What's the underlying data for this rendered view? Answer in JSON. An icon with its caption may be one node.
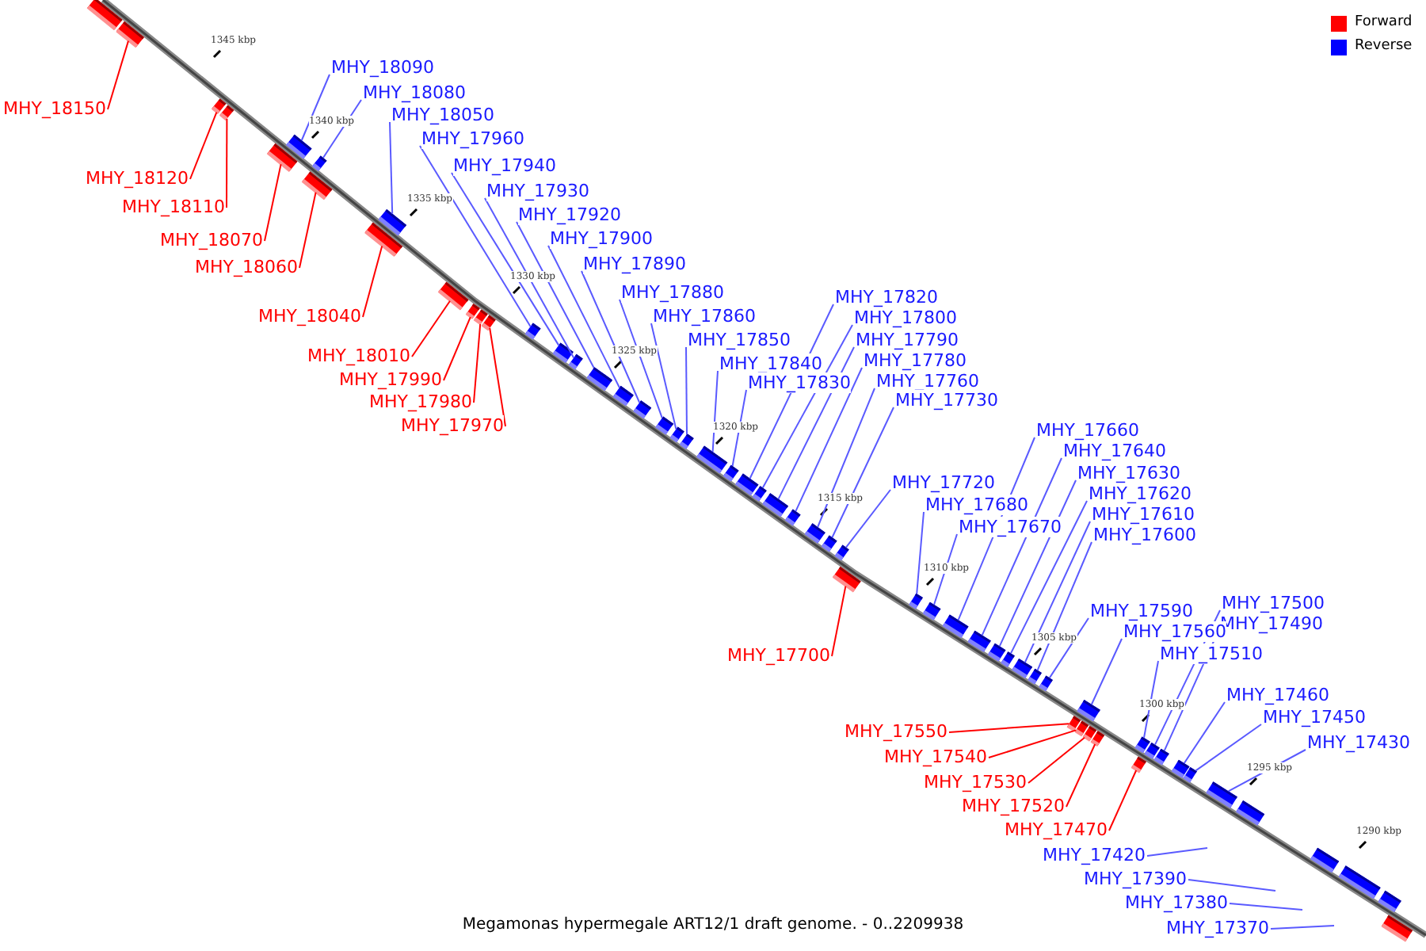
{
  "diagram": {
    "caption": "Megamonas hypermegale ART12/1 draft genome. - 0..2209938",
    "nodes": [
      {
        "text": [
          "MHY_18090"
        ]
      },
      {
        "text": [
          "MHY_18080"
        ]
      },
      {
        "text": [
          "MHY_18150"
        ]
      },
      {
        "text": [
          "MHY_18050"
        ]
      },
      {
        "text": [
          "MHY_17960"
        ]
      },
      {
        "text": [
          "MHY_17940"
        ]
      },
      {
        "text": [
          "MHY_18120"
        ]
      },
      {
        "text": [
          "MHY_17930"
        ]
      },
      {
        "text": [
          "MHY_18110"
        ]
      },
      {
        "text": [
          "MHY_17920"
        ]
      },
      {
        "text": [
          "MHY_17900"
        ]
      },
      {
        "text": [
          "MHY_18070"
        ]
      },
      {
        "text": [
          "MHY_17890"
        ]
      },
      {
        "text": [
          "MHY_18060"
        ]
      },
      {
        "text": [
          "MHY_17880"
        ]
      },
      {
        "text": [
          "MHY_17820"
        ]
      },
      {
        "text": [
          "MHY_18040"
        ]
      },
      {
        "text": [
          "MHY_17860"
        ]
      },
      {
        "text": [
          "MHY_17800"
        ]
      },
      {
        "text": [
          "MHY_17850"
        ]
      },
      {
        "text": [
          "MHY_17790"
        ]
      },
      {
        "text": [
          "MHY_18010"
        ]
      },
      {
        "text": [
          "MHY_17780"
        ]
      },
      {
        "text": [
          "MHY_17840"
        ]
      },
      {
        "text": [
          "MHY_17990"
        ]
      },
      {
        "text": [
          "MHY_17760"
        ]
      },
      {
        "text": [
          "MHY_17830"
        ]
      },
      {
        "text": [
          "MHY_17730"
        ]
      },
      {
        "text": [
          "MHY_17980"
        ]
      },
      {
        "text": [
          "MHY_17970"
        ]
      },
      {
        "text": [
          "MHY_17660"
        ]
      },
      {
        "text": [
          "MHY_17640"
        ]
      },
      {
        "text": [
          "MHY_17630"
        ]
      },
      {
        "text": [
          "MHY_17720"
        ]
      },
      {
        "text": [
          "MHY_17620"
        ]
      },
      {
        "text": [
          "MHY_17680"
        ]
      },
      {
        "text": [
          "MHY_17610"
        ]
      },
      {
        "text": [
          "MHY_17670"
        ]
      },
      {
        "text": [
          "MHY_17600"
        ]
      },
      {
        "text": [
          "MHY_17500"
        ]
      },
      {
        "text": [
          "MHY_17590"
        ]
      },
      {
        "text": [
          "MHY_17490"
        ]
      },
      {
        "text": [
          "MHY_17560"
        ]
      },
      {
        "text": [
          "MHY_17510"
        ]
      },
      {
        "text": [
          "MHY_17700"
        ]
      },
      {
        "text": [
          "MHY_17460"
        ]
      },
      {
        "text": [
          "MHY_17450"
        ]
      },
      {
        "text": [
          "MHY_17550"
        ]
      },
      {
        "text": [
          "MHY_17430"
        ]
      },
      {
        "text": [
          "MHY_17540"
        ]
      },
      {
        "text": [
          "MHY_17530"
        ]
      },
      {
        "text": [
          "MHY_17520"
        ]
      },
      {
        "text": [
          "MHY_17470"
        ]
      },
      {
        "text": [
          "MHY_17420"
        ]
      },
      {
        "text": [
          "MHY_17390"
        ]
      },
      {
        "text": [
          "MHY_17380"
        ]
      },
      {
        "text": [
          "MHY_17370"
        ]
      },
      {
        "text": [],
        "shape": "box"
      },
      {
        "text": [],
        "shape": "box"
      },
      {
        "text": [],
        "shape": "box"
      },
      {
        "text": [],
        "shape": "box"
      },
      {
        "text": [],
        "shape": "box"
      },
      {
        "text": [],
        "shape": "box"
      },
      {
        "text": [],
        "shape": "box"
      },
      {
        "text": [],
        "shape": "box"
      },
      {
        "text": [],
        "shape": "box"
      },
      {
        "text": [],
        "shape": "box"
      },
      {
        "text": [],
        "shape": "box"
      },
      {
        "text": [],
        "shape": "box"
      },
      {
        "text": [],
        "shape": "box"
      },
      {
        "text": [],
        "shape": "box"
      },
      {
        "text": [],
        "shape": "box"
      },
      {
        "text": [],
        "shape": "box"
      },
      {
        "text": [],
        "shape": "box"
      },
      {
        "text": [],
        "shape": "box"
      },
      {
        "text": [],
        "shape": "box"
      },
      {
        "text": [],
        "shape": "box"
      },
      {
        "text": [],
        "shape": "box"
      },
      {
        "text": [],
        "shape": "box"
      },
      {
        "text": [],
        "shape": "box"
      },
      {
        "text": [],
        "shape": "box"
      },
      {
        "text": [],
        "shape": "box"
      },
      {
        "text": [],
        "shape": "box"
      },
      {
        "text": [],
        "shape": "box"
      },
      {
        "text": [],
        "shape": "box"
      },
      {
        "text": [],
        "shape": "box"
      },
      {
        "text": [],
        "shape": "box"
      },
      {
        "text": [],
        "shape": "box"
      },
      {
        "text": [],
        "shape": "box"
      },
      {
        "text": [],
        "shape": "box"
      },
      {
        "text": [],
        "shape": "box"
      },
      {
        "text": [],
        "shape": "box"
      },
      {
        "text": [],
        "shape": "box"
      },
      {
        "text": [],
        "shape": "box"
      },
      {
        "text": [],
        "shape": "box"
      },
      {
        "text": [],
        "shape": "box"
      },
      {
        "text": [],
        "shape": "box"
      },
      {
        "text": [],
        "shape": "box"
      },
      {
        "text": [],
        "shape": "box"
      },
      {
        "text": [],
        "shape": "box"
      },
      {
        "text": [],
        "shape": "box"
      },
      {
        "text": [],
        "shape": "box"
      },
      {
        "text": [],
        "shape": "box"
      },
      {
        "text": [],
        "shape": "box"
      },
      {
        "text": [],
        "shape": "box"
      },
      {
        "text": [],
        "shape": "box"
      },
      {
        "text": [],
        "shape": "box"
      },
      {
        "text": [],
        "shape": "box"
      },
      {
        "text": [],
        "shape": "box"
      },
      {
        "text": [],
        "shape": "box"
      },
      {
        "text": [],
        "shape": "box"
      },
      {
        "text": [],
        "shape": "box"
      },
      {
        "text": [],
        "shape": "box"
      },
      {
        "text": [],
        "shape": "box"
      },
      {
        "text": [],
        "shape": "box"
      },
      {
        "text": [],
        "shape": "box"
      }
    ],
    "edges": [
      {
        "from": 0,
        "to": 62,
        "arrow": "none"
      },
      {
        "from": 1,
        "to": 63,
        "arrow": "none"
      },
      {
        "from": 2,
        "to": 58,
        "arrow": "none",
        "color": "#ff0000"
      },
      {
        "from": 3,
        "to": 65,
        "arrow": "none"
      },
      {
        "from": 4,
        "to": 71,
        "arrow": "none"
      },
      {
        "from": 5,
        "to": 72,
        "arrow": "none"
      },
      {
        "from": 6,
        "to": 59,
        "arrow": "none",
        "color": "#ff0000"
      },
      {
        "from": 7,
        "to": 73,
        "arrow": "none"
      },
      {
        "from": 8,
        "to": 60,
        "arrow": "none",
        "color": "#ff0000"
      },
      {
        "from": 9,
        "to": 74,
        "arrow": "none"
      },
      {
        "from": 10,
        "to": 75,
        "arrow": "none"
      },
      {
        "from": 11,
        "to": 61,
        "arrow": "none",
        "color": "#ff0000"
      },
      {
        "from": 12,
        "to": 76,
        "arrow": "none"
      },
      {
        "from": 13,
        "to": 64,
        "arrow": "none",
        "color": "#ff0000"
      },
      {
        "from": 14,
        "to": 77,
        "arrow": "none"
      },
      {
        "from": 15,
        "to": 82,
        "arrow": "none"
      },
      {
        "from": 16,
        "to": 66,
        "arrow": "none",
        "color": "#ff0000"
      },
      {
        "from": 17,
        "to": 78,
        "arrow": "none"
      },
      {
        "from": 18,
        "to": 83,
        "arrow": "none"
      },
      {
        "from": 19,
        "to": 79,
        "arrow": "none"
      },
      {
        "from": 20,
        "to": 84,
        "arrow": "none"
      },
      {
        "from": 21,
        "to": 67,
        "arrow": "none",
        "color": "#ff0000"
      },
      {
        "from": 22,
        "to": 85,
        "arrow": "none"
      },
      {
        "from": 23,
        "to": 80,
        "arrow": "none"
      },
      {
        "from": 24,
        "to": 68,
        "arrow": "none",
        "color": "#ff0000"
      },
      {
        "from": 25,
        "to": 86,
        "arrow": "none"
      },
      {
        "from": 26,
        "to": 81,
        "arrow": "none"
      },
      {
        "from": 27,
        "to": 87,
        "arrow": "none"
      },
      {
        "from": 28,
        "to": 69,
        "arrow": "none",
        "color": "#ff0000"
      },
      {
        "from": 29,
        "to": 70,
        "arrow": "none",
        "color": "#ff0000"
      },
      {
        "from": 30,
        "to": 92,
        "arrow": "none"
      },
      {
        "from": 31,
        "to": 93,
        "arrow": "none"
      },
      {
        "from": 32,
        "to": 94,
        "arrow": "none"
      },
      {
        "from": 33,
        "to": 88,
        "arrow": "none"
      },
      {
        "from": 34,
        "to": 95,
        "arrow": "none"
      },
      {
        "from": 35,
        "to": 90,
        "arrow": "none"
      },
      {
        "from": 36,
        "to": 96,
        "arrow": "none"
      },
      {
        "from": 37,
        "to": 91,
        "arrow": "none"
      },
      {
        "from": 38,
        "to": 97,
        "arrow": "none"
      },
      {
        "from": 39,
        "to": 106,
        "arrow": "none"
      },
      {
        "from": 40,
        "to": 98,
        "arrow": "none"
      },
      {
        "from": 41,
        "to": 107,
        "arrow": "none"
      },
      {
        "from": 42,
        "to": 100,
        "arrow": "none"
      },
      {
        "from": 43,
        "to": 104,
        "arrow": "none"
      },
      {
        "from": 44,
        "to": 89,
        "arrow": "none",
        "color": "#ff0000"
      },
      {
        "from": 45,
        "to": 108,
        "arrow": "none"
      },
      {
        "from": 46,
        "to": 109,
        "arrow": "none"
      },
      {
        "from": 47,
        "to": 99,
        "arrow": "none",
        "color": "#ff0000"
      },
      {
        "from": 48,
        "to": 110,
        "arrow": "none"
      },
      {
        "from": 49,
        "to": 101,
        "arrow": "none",
        "color": "#ff0000"
      },
      {
        "from": 50,
        "to": 102,
        "arrow": "none",
        "color": "#ff0000"
      },
      {
        "from": 51,
        "to": 103,
        "arrow": "none",
        "color": "#ff0000"
      },
      {
        "from": 52,
        "to": 105,
        "arrow": "none",
        "color": "#ff0000"
      },
      {
        "from": 53,
        "to": null,
        "arrow": "none"
      },
      {
        "from": 54,
        "to": null,
        "arrow": "none"
      },
      {
        "from": 55,
        "to": null,
        "arrow": "none"
      },
      {
        "from": 56,
        "to": null,
        "arrow": "none"
      }
    ],
    "labels": [
      "1345 kbp",
      "1340 kbp",
      "1335 kbp",
      "1330 kbp",
      "1325 kbp",
      "1320 kbp",
      "1315 kbp",
      "1310 kbp",
      "1305 kbp",
      "1300 kbp",
      "1295 kbp",
      "1290 kbp"
    ],
    "legend": [
      {
        "text": "Forward",
        "color": "#ff0000"
      },
      {
        "text": "Reverse",
        "color": "#0000ff"
      }
    ]
  }
}
